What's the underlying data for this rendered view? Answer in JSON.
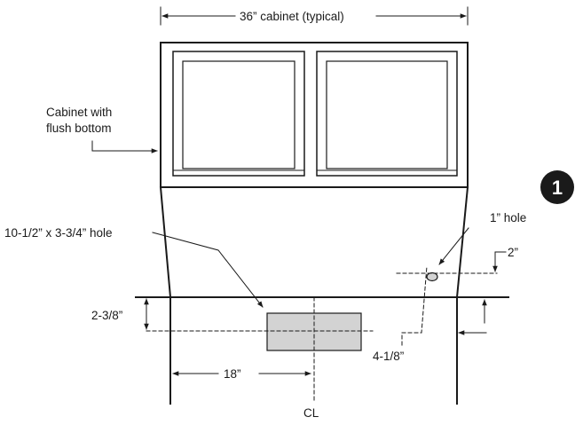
{
  "labels": {
    "cabinet_width": "36” cabinet (typical)",
    "cabinet_note_line1": "Cabinet with",
    "cabinet_note_line2": "flush bottom",
    "large_hole": "10-1/2” x 3-3/4” hole",
    "small_hole": "1” hole",
    "dim_two": "2”",
    "dim_two_three_eighths": "2-3/8”",
    "dim_four_one_eighth": "4-1/8”",
    "dim_eighteen": "18”",
    "centerline": "CL"
  },
  "step_badge": "1",
  "colors": {
    "line": "#1a1a1a",
    "hole_fill": "#d3d3d3",
    "badge_fill": "#1a1a1a",
    "badge_text": "#ffffff"
  }
}
